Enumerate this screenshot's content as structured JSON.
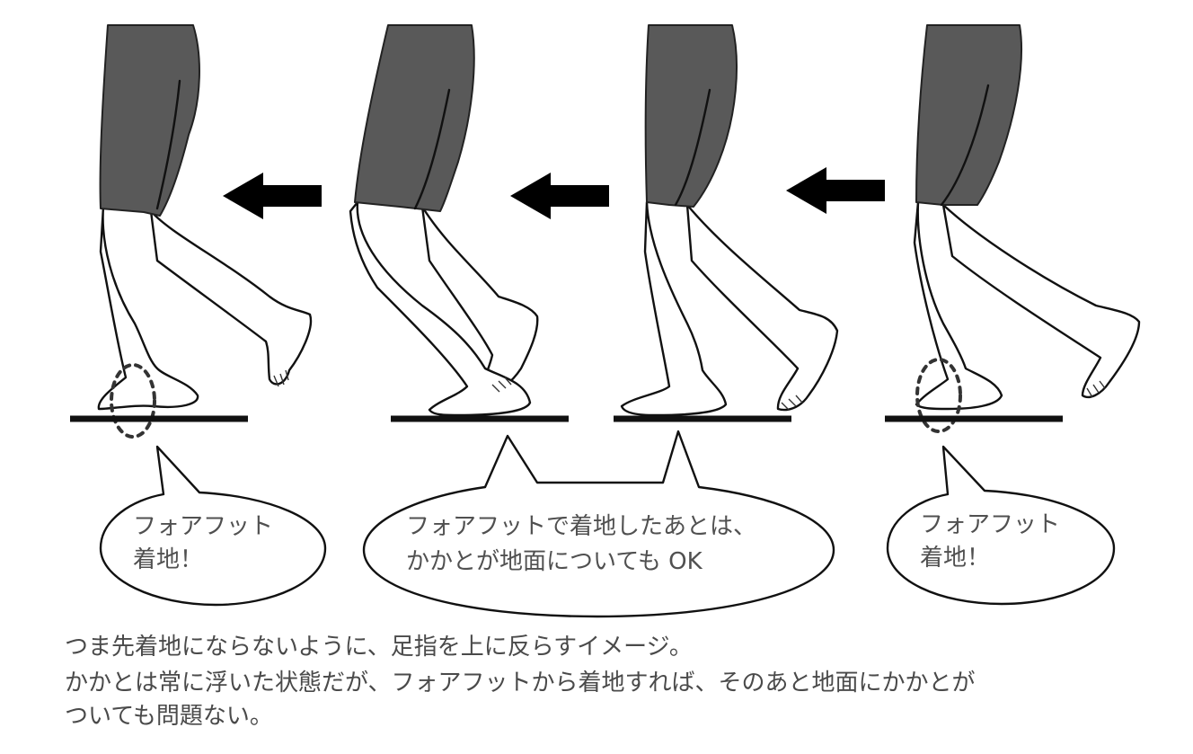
{
  "figure": {
    "bubbles": {
      "left": {
        "line1": "フォアフット",
        "line2": "着地！"
      },
      "center": {
        "line1": "フォアフットで着地したあとは、",
        "line2": "かかとが地面についても OK"
      },
      "right": {
        "line1": "フォアフット",
        "line2": "着地！"
      }
    },
    "caption": {
      "line1": "つま先着地にならないように、足指を上に反らすイメージ。",
      "line2": "かかとは常に浮いた状態だが、フォアフットから着地すれば、そのあと地面にかかとが",
      "line3": "ついても問題ない。"
    },
    "arrows": [
      {
        "direction": "left"
      },
      {
        "direction": "left"
      },
      {
        "direction": "left"
      }
    ],
    "figures": [
      {
        "phase": "forefoot-landing",
        "impact_marker": true
      },
      {
        "phase": "heel-lowering",
        "impact_marker": false
      },
      {
        "phase": "heel-down",
        "impact_marker": false
      },
      {
        "phase": "forefoot-landing",
        "impact_marker": true
      }
    ]
  }
}
